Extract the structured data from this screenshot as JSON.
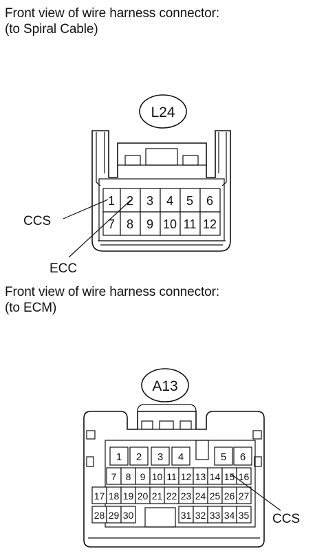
{
  "connector_l24": {
    "caption_line1": "Front view of wire harness connector:",
    "caption_line2": "(to Spiral Cable)",
    "id_label": "L24",
    "pins_row1": [
      "1",
      "2",
      "3",
      "4",
      "5",
      "6"
    ],
    "pins_row2": [
      "7",
      "8",
      "9",
      "10",
      "11",
      "12"
    ],
    "callout_ccs": "CCS",
    "callout_ecc": "ECC"
  },
  "connector_a13": {
    "caption_line1": "Front view of wire harness connector:",
    "caption_line2": "(to ECM)",
    "id_label": "A13",
    "pins_row1": [
      "1",
      "2",
      "3",
      "4",
      "5",
      "6"
    ],
    "pins_row2": [
      "7",
      "8",
      "9",
      "10",
      "11",
      "12",
      "13",
      "14",
      "15",
      "16"
    ],
    "pins_row3": [
      "17",
      "18",
      "19",
      "20",
      "21",
      "22",
      "23",
      "24",
      "25",
      "26",
      "27"
    ],
    "pins_row4": [
      "28",
      "29",
      "30",
      "31",
      "32",
      "33",
      "34",
      "35"
    ],
    "callout_ccs": "CCS"
  }
}
